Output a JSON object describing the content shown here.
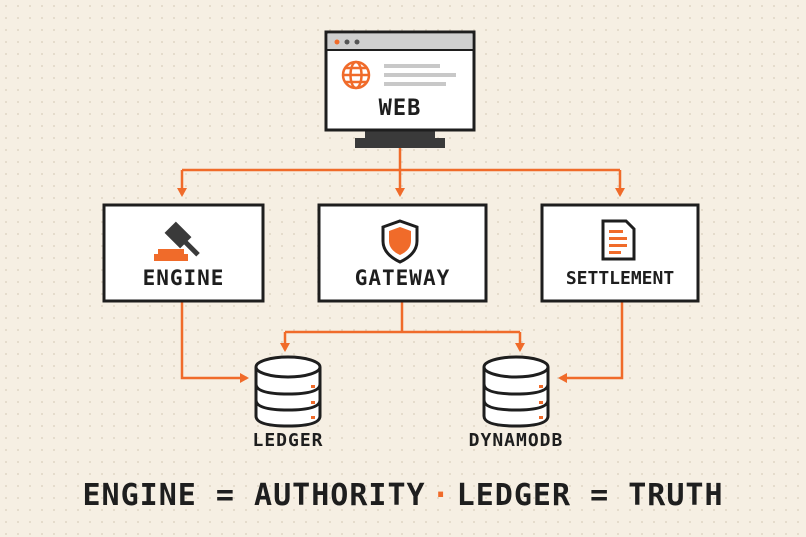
{
  "colors": {
    "accent": "#f06b2a",
    "ink": "#1e1e1e",
    "panel": "#ffffff",
    "background": "#f6efe3",
    "frame_bar": "#cfcfcf"
  },
  "nodes": {
    "web": {
      "label": "WEB",
      "icon": "globe-icon"
    },
    "engine": {
      "label": "ENGINE",
      "icon": "gavel-icon"
    },
    "gateway": {
      "label": "GATEWAY",
      "icon": "shield-icon"
    },
    "settlement": {
      "label": "SETTLEMENT",
      "icon": "document-icon"
    },
    "ledger": {
      "label": "LEDGER",
      "icon": "database-icon"
    },
    "dynamodb": {
      "label": "DYNAMODB",
      "icon": "database-icon"
    }
  },
  "caption": {
    "left": "ENGINE = AUTHORITY",
    "separator": "·",
    "right": "LEDGER = TRUTH"
  }
}
